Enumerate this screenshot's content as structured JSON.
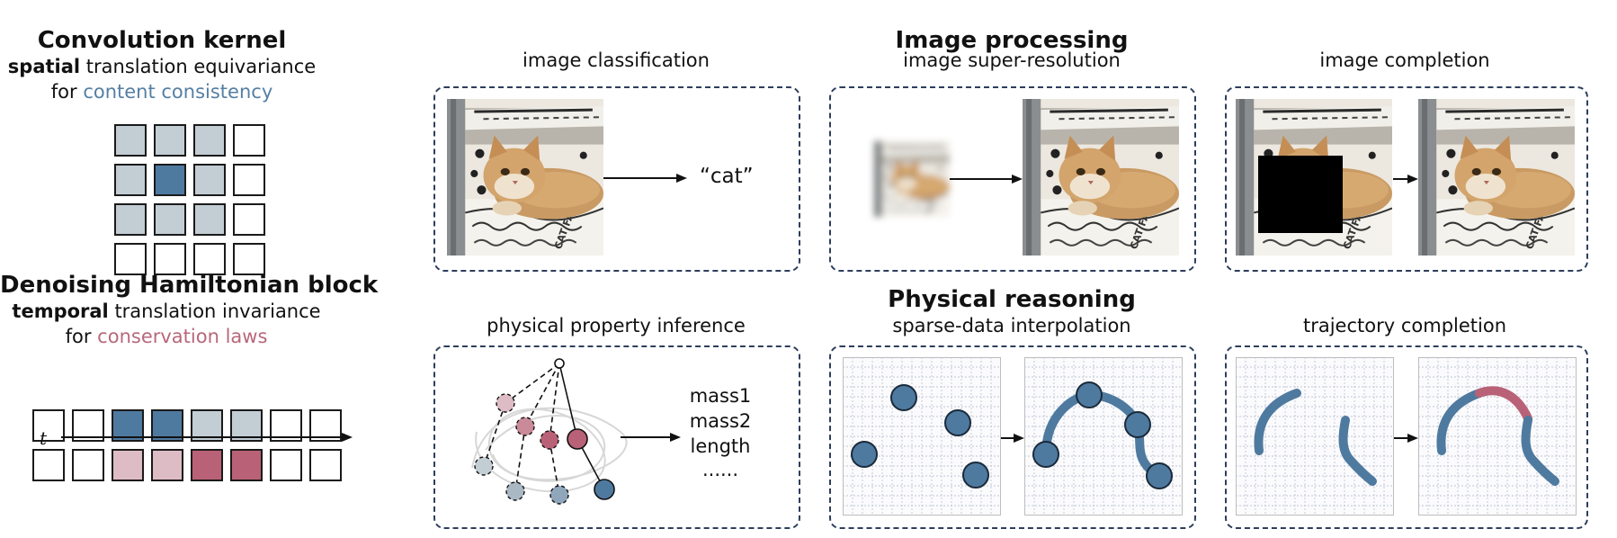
{
  "left": {
    "kernel_title": "Convolution kernel",
    "kernel_line1_bold": "spatial",
    "kernel_line1_rest": " translation equivariance",
    "kernel_line2_prefix": "for ",
    "kernel_line2_colored": "content consistency",
    "kernel_grid": [
      [
        "g",
        "g",
        "g",
        "w"
      ],
      [
        "g",
        "b",
        "g",
        "w"
      ],
      [
        "g",
        "g",
        "g",
        "w"
      ],
      [
        "w",
        "w",
        "w",
        "w"
      ]
    ],
    "dhb_title": "Denoising Hamiltonian block",
    "dhb_line1_bold": "temporal",
    "dhb_line1_rest": " translation invariance",
    "dhb_line2_prefix": "for ",
    "dhb_line2_colored": "conservation laws",
    "dhb_row1": [
      "w",
      "w",
      "b",
      "b",
      "g",
      "g",
      "w",
      "w"
    ],
    "dhb_row2": [
      "w",
      "w",
      "lp",
      "lp",
      "r",
      "r",
      "w",
      "w"
    ],
    "time_axis_label": "t"
  },
  "image_processing": {
    "heading": "Image processing",
    "tasks": [
      {
        "label": "image classification",
        "output": "“cat”"
      },
      {
        "label": "image super-resolution"
      },
      {
        "label": "image completion"
      }
    ]
  },
  "physical_reasoning": {
    "heading": "Physical reasoning",
    "tasks": [
      {
        "label": "physical property inference",
        "outputs": [
          "mass1",
          "mass2",
          "length",
          "......"
        ]
      },
      {
        "label": "sparse-data interpolation"
      },
      {
        "label": "trajectory completion"
      }
    ]
  },
  "colors": {
    "blue": "#4f7aa0",
    "light_blue_gray": "#c3cdd4",
    "rose": "#b96277",
    "light_rose": "#ddbcc6",
    "panel_border": "#2d3e5c"
  }
}
